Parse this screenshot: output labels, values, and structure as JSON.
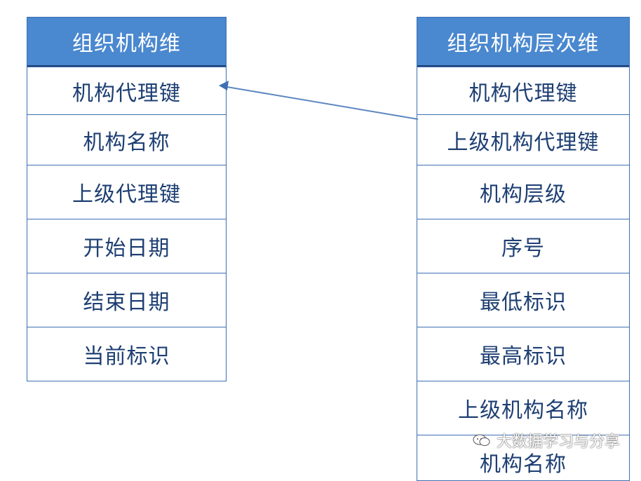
{
  "left_table": {
    "title": "组织机构维",
    "fields": [
      "机构代理键",
      "机构名称",
      "上级代理键",
      "开始日期",
      "结束日期",
      "当前标识"
    ]
  },
  "right_table": {
    "title": "组织机构层次维",
    "fields": [
      "机构代理键",
      "上级机构代理键",
      "机构层级",
      "序号",
      "最低标识",
      "最高标识",
      "上级机构名称",
      "机构名称"
    ]
  },
  "relation": {
    "from": "上级机构代理键",
    "to": "机构代理键"
  },
  "watermark": {
    "text": "大数据学习与分享",
    "icon": "wechat-icon"
  },
  "colors": {
    "header_fill": "#4a88cf",
    "border": "#3d6fb3",
    "text": "#1e3f73"
  }
}
